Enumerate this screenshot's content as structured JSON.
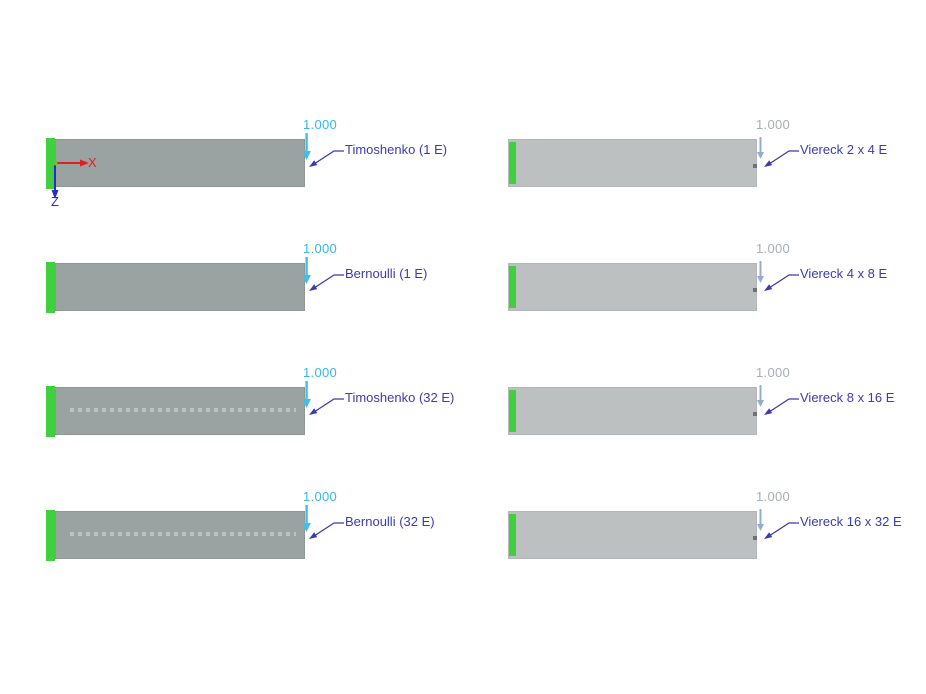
{
  "viewport": {
    "background": "#ffffff"
  },
  "axes": {
    "x_label": "X",
    "z_label": "Z"
  },
  "colors": {
    "beam_left_fill": "#9aa3a1",
    "beam_right_fill": "#bcc0c1",
    "support_green": "#3fcf3f",
    "load_cyan": "#38b7e8",
    "load_gray_value": "#a7adb7",
    "load_gray_arrow": "#93aecd",
    "annotation_blue": "#3b3bb0",
    "axis_x_red": "#e02020",
    "axis_z_blue": "#2a2ad0"
  },
  "beams": [
    {
      "name": "timoshenko-1e",
      "label": "Timoshenko (1 E)",
      "load_value": "1.000",
      "column": "left",
      "model_type": "member",
      "elements": "1"
    },
    {
      "name": "viereck-2x4",
      "label": "Viereck 2 x 4 E",
      "load_value": "1.000",
      "column": "right",
      "model_type": "surface",
      "elements": "2x4"
    },
    {
      "name": "bernoulli-1e",
      "label": "Bernoulli (1 E)",
      "load_value": "1.000",
      "column": "left",
      "model_type": "member",
      "elements": "1"
    },
    {
      "name": "viereck-4x8",
      "label": "Viereck 4 x 8 E",
      "load_value": "1.000",
      "column": "right",
      "model_type": "surface",
      "elements": "4x8"
    },
    {
      "name": "timoshenko-32e",
      "label": "Timoshenko (32 E)",
      "load_value": "1.000",
      "column": "left",
      "model_type": "member",
      "elements": "32"
    },
    {
      "name": "viereck-8x16",
      "label": "Viereck 8 x 16 E",
      "load_value": "1.000",
      "column": "right",
      "model_type": "surface",
      "elements": "8x16"
    },
    {
      "name": "bernoulli-32e",
      "label": "Bernoulli (32 E)",
      "load_value": "1.000",
      "column": "left",
      "model_type": "member",
      "elements": "32"
    },
    {
      "name": "viereck-16x32",
      "label": "Viereck 16 x 32 E",
      "load_value": "1.000",
      "column": "right",
      "model_type": "surface",
      "elements": "16x32"
    }
  ]
}
